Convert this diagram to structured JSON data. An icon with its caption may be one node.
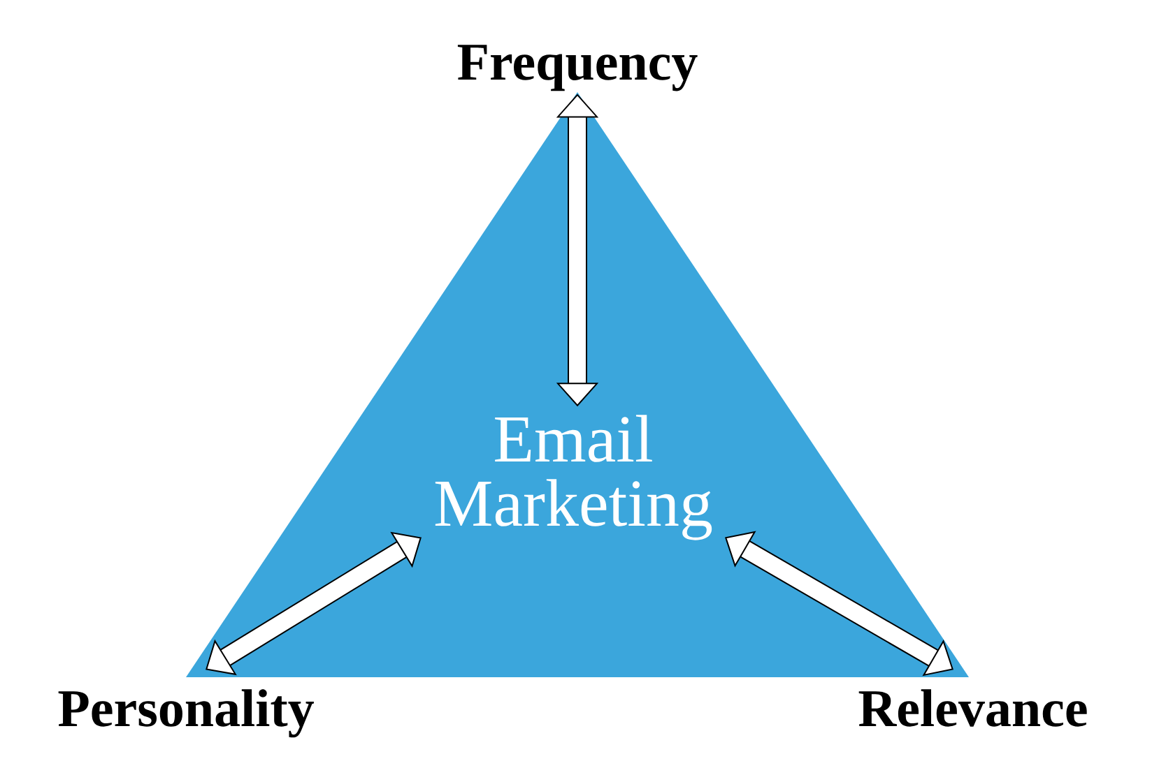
{
  "diagram": {
    "nodes": [
      {
        "text": [
          "Frequency"
        ]
      },
      {
        "text": [],
        "shape": "triangle"
      },
      {
        "text": [
          "Email Marketing"
        ],
        "in": 1
      },
      {
        "text": [
          "Personality"
        ]
      },
      {
        "text": [
          "Relevance"
        ]
      }
    ],
    "edges": [
      {
        "from": 2,
        "to": 0,
        "arrow": "both"
      },
      {
        "from": 2,
        "to": 3,
        "arrow": "both"
      },
      {
        "from": 2,
        "to": 4,
        "arrow": "both"
      }
    ]
  }
}
